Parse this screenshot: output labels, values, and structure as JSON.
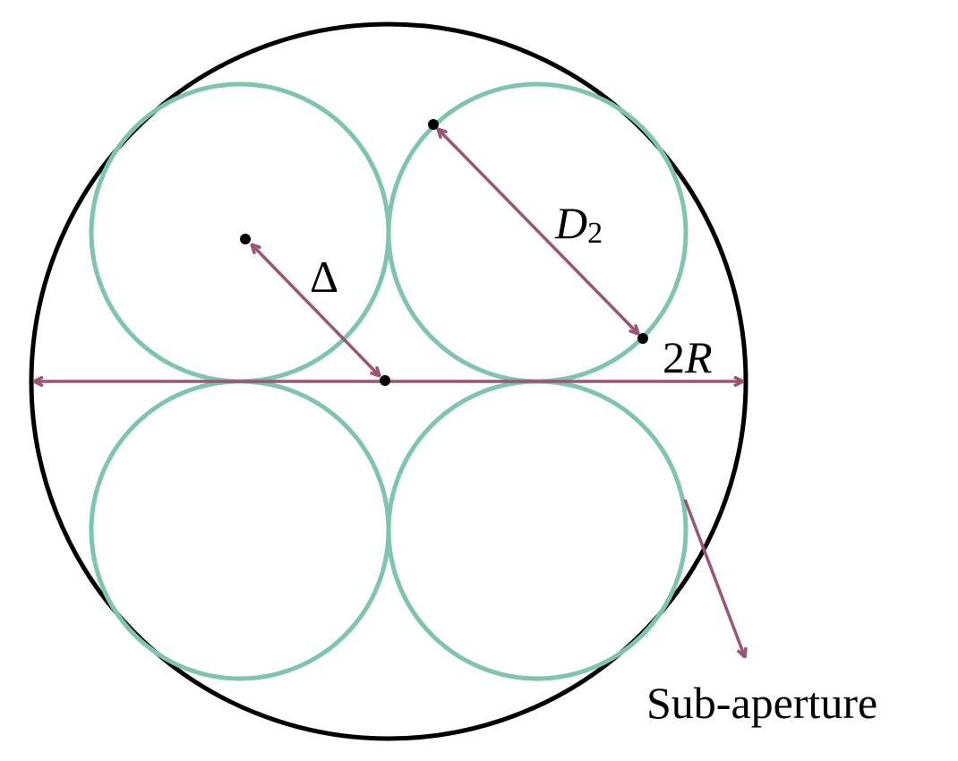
{
  "colors": {
    "aperture": "#000000",
    "sub_aperture": "#7fc4af",
    "arrow": "#9a5575",
    "dot": "#000000"
  },
  "labels": {
    "delta": "Δ",
    "d_main": "D",
    "d_sub": "2",
    "r_coef": "2",
    "r_var": "R",
    "sub_aperture": "Sub-aperture"
  }
}
